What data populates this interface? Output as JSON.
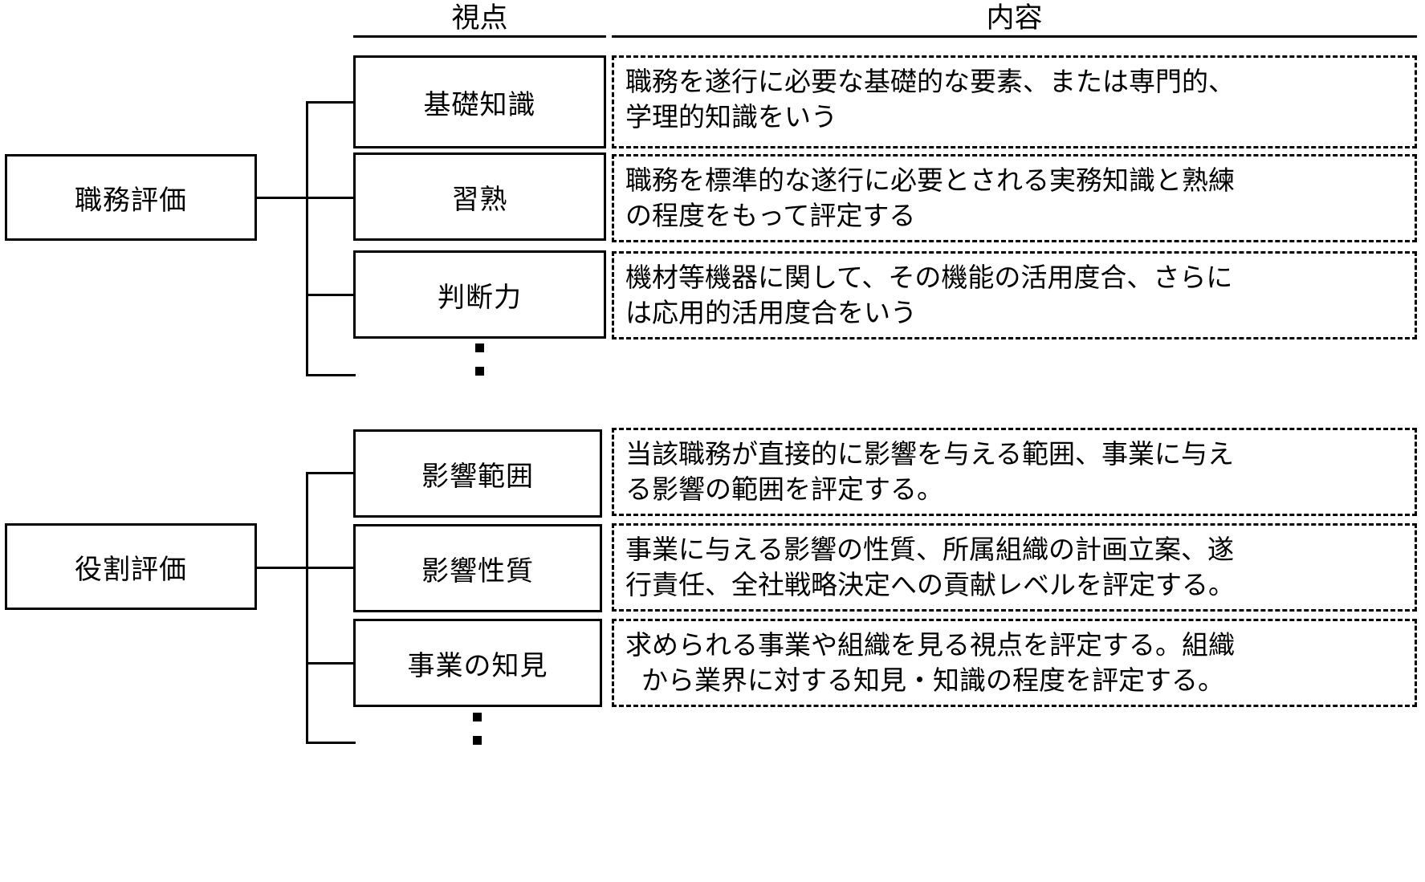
{
  "headers": {
    "viewpoint": "視点",
    "content": "内容"
  },
  "groups": [
    {
      "root_label": "職務評価",
      "rows": [
        {
          "viewpoint": "基礎知識",
          "content_lines": [
            "職務を遂行に必要な基礎的な要素、または専門的、",
            "学理的知識をいう"
          ]
        },
        {
          "viewpoint": "習熟",
          "content_lines": [
            "職務を標準的な遂行に必要とされる実務知識と熟練",
            "の程度をもって評定する"
          ]
        },
        {
          "viewpoint": "判断力",
          "content_lines": [
            "機材等機器に関して、その機能の活用度合、さらに",
            "は応用的活用度合をいう"
          ]
        }
      ],
      "more_indicator": "⋮"
    },
    {
      "root_label": "役割評価",
      "rows": [
        {
          "viewpoint": "影響範囲",
          "content_lines": [
            "当該職務が直接的に影響を与える範囲、事業に与え",
            "る影響の範囲を評定する。"
          ]
        },
        {
          "viewpoint": "影響性質",
          "content_lines": [
            "事業に与える影響の性質、所属組織の計画立案、遂",
            "行責任、全社戦略決定への貢献レベルを評定する。"
          ]
        },
        {
          "viewpoint": "事業の知見",
          "content_lines": [
            "求められる事業や組織を見る視点を評定する。組織",
            "から業界に対する知見・知識の程度を評定する。"
          ]
        }
      ],
      "more_indicator": "⋮"
    }
  ],
  "colors": {
    "line": "#000000",
    "background": "#ffffff",
    "text": "#000000"
  }
}
